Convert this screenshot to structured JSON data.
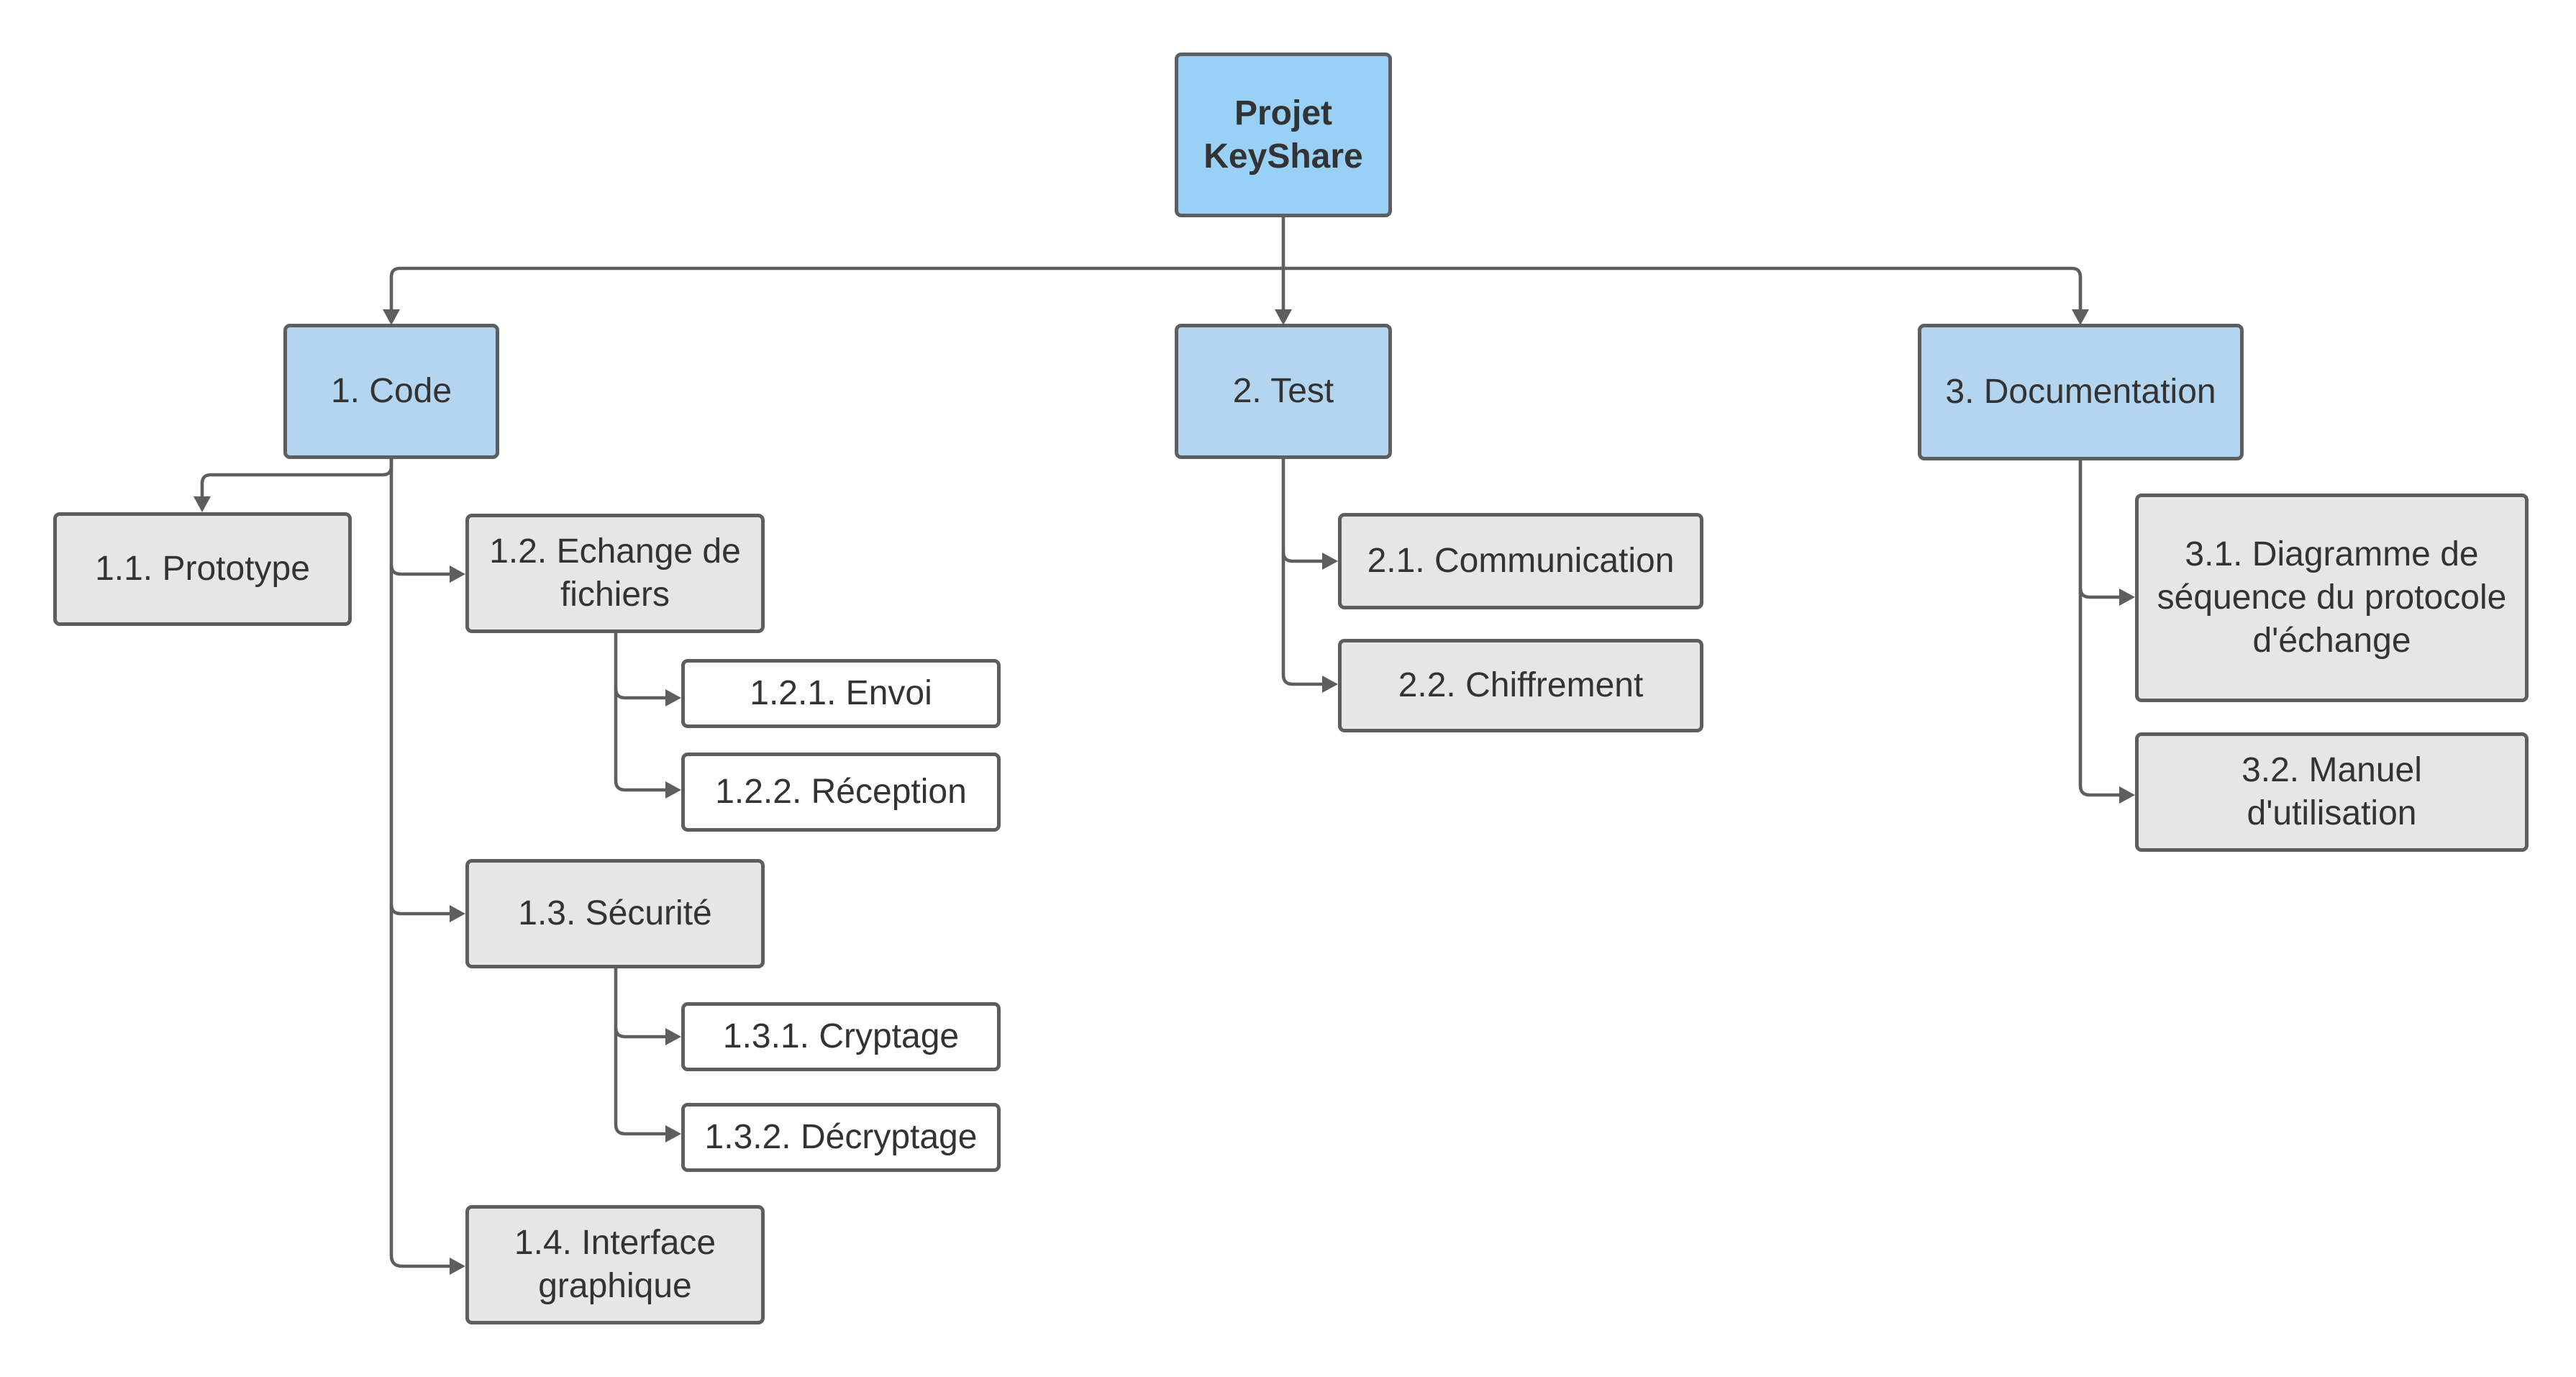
{
  "root": {
    "label": "Projet KeyShare"
  },
  "branches": [
    {
      "label": "1. Code",
      "children": [
        {
          "label": "1.1. Prototype",
          "children": []
        },
        {
          "label": "1.2. Echange de fichiers",
          "children": [
            {
              "label": "1.2.1. Envoi"
            },
            {
              "label": "1.2.2. Réception"
            }
          ]
        },
        {
          "label": "1.3. Sécurité",
          "children": [
            {
              "label": "1.3.1. Cryptage"
            },
            {
              "label": "1.3.2. Décryptage"
            }
          ]
        },
        {
          "label": "1.4. Interface graphique",
          "children": []
        }
      ]
    },
    {
      "label": "2. Test",
      "children": [
        {
          "label": "2.1. Communication",
          "children": []
        },
        {
          "label": "2.2. Chiffrement",
          "children": []
        }
      ]
    },
    {
      "label": "3. Documentation",
      "children": [
        {
          "label": "3.1. Diagramme de séquence du protocole d'échange",
          "children": []
        },
        {
          "label": "3.2. Manuel d'utilisation",
          "children": []
        }
      ]
    }
  ],
  "colors": {
    "root_fill": "#99d0f5",
    "branch_fill": "#b3d5ef",
    "task_fill": "#e6e6e6",
    "subtask_fill": "#ffffff",
    "border": "#5e5e5e",
    "text": "#333333"
  }
}
